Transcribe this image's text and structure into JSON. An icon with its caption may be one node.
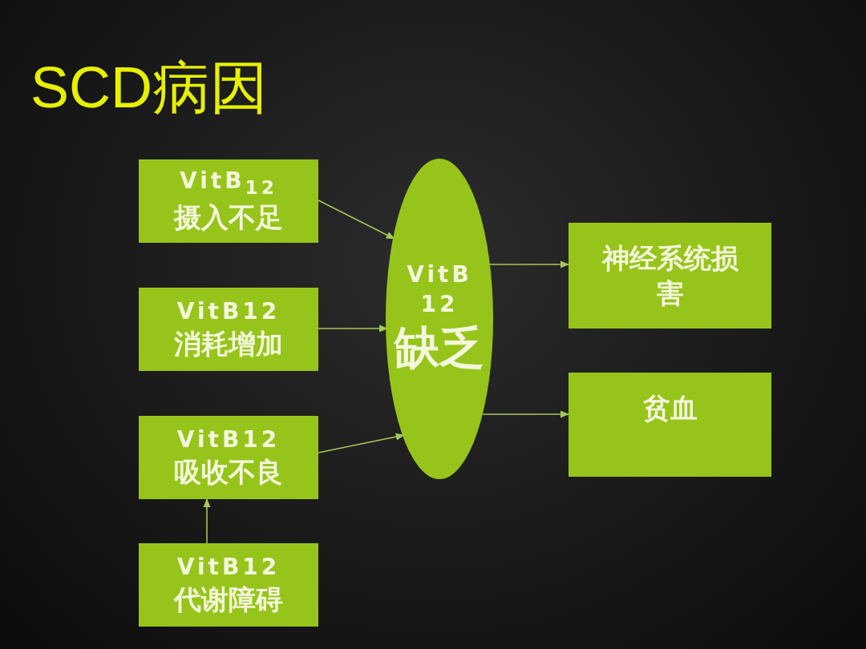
{
  "diagram": {
    "title": "SCD病因",
    "nodes": [
      {
        "text": [
          "VitB$_{12}$",
          "摄入不足"
        ]
      },
      {
        "text": [
          "VitB12",
          "消耗增加"
        ]
      },
      {
        "text": [
          "VitB12",
          "吸收不良"
        ]
      },
      {
        "text": [
          "VitB12",
          "代谢障碍"
        ]
      },
      {
        "text": [
          "VitB12",
          "缺乏"
        ]
      },
      {
        "text": [
          "神经系统损害"
        ]
      },
      {
        "text": [
          "贫血"
        ]
      }
    ],
    "edges": [
      {
        "from": 0,
        "to": 4,
        "arrow": "to"
      },
      {
        "from": 1,
        "to": 4,
        "arrow": "to"
      },
      {
        "from": 2,
        "to": 4,
        "arrow": "to"
      },
      {
        "from": 3,
        "to": 2,
        "arrow": "to"
      },
      {
        "from": 4,
        "to": 5,
        "arrow": "to"
      },
      {
        "from": 4,
        "to": 6,
        "arrow": "to"
      }
    ]
  }
}
